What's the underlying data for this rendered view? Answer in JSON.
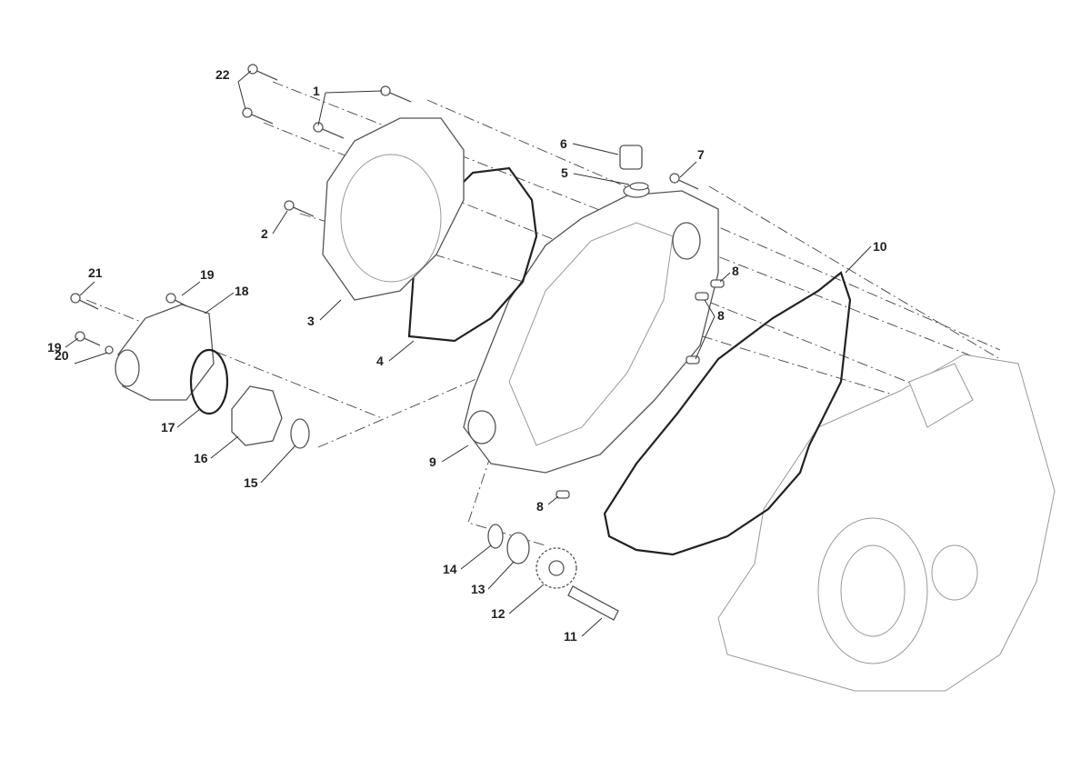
{
  "diagram": {
    "title": "Clutch cover / water pump exploded view",
    "callouts": {
      "c22": "22",
      "c1": "1",
      "c6": "6",
      "c7": "7",
      "c5": "5",
      "c2": "2",
      "c10": "10",
      "c21": "21",
      "c19a": "19",
      "c18": "18",
      "c8a": "8",
      "c3": "3",
      "c8b": "8",
      "c19b": "19",
      "c20": "20",
      "c4": "4",
      "c17": "17",
      "c16": "16",
      "c9": "9",
      "c15": "15",
      "c8c": "8",
      "c14": "14",
      "c13": "13",
      "c12": "12",
      "c11": "11"
    }
  }
}
